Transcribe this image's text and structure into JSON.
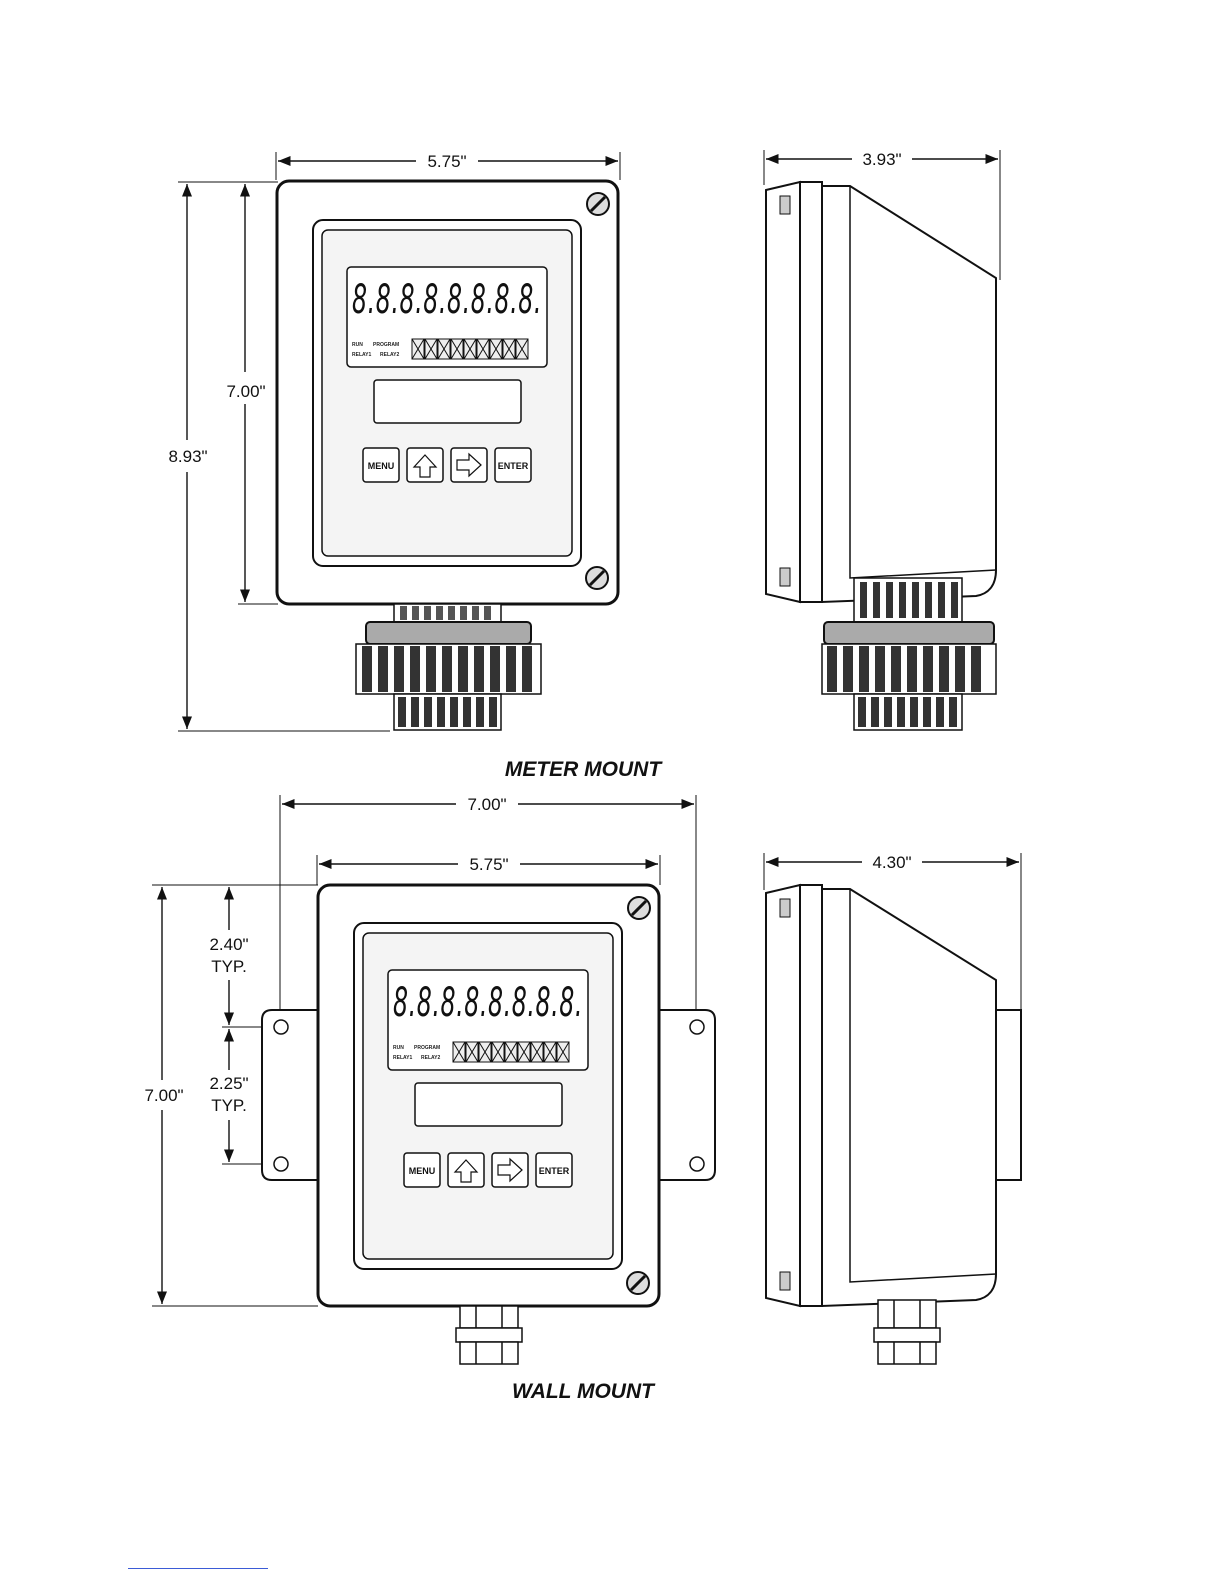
{
  "meter_mount": {
    "caption": "METER MOUNT",
    "front_width": "5.75\"",
    "body_height": "7.00\"",
    "total_height": "8.93\"",
    "side_depth": "3.93\""
  },
  "wall_mount": {
    "caption": "WALL MOUNT",
    "bracket_width": "7.00\"",
    "front_width": "5.75\"",
    "height": "7.00\"",
    "upper_spacing": "2.40\"",
    "upper_spacing_note": "TYP.",
    "lower_spacing": "2.25\"",
    "lower_spacing_note": "TYP.",
    "side_depth": "4.30\""
  },
  "display": {
    "digits": "8.8.8.8.8.8.8.8.",
    "label_run": "RUN",
    "label_program": "PROGRAM",
    "label_relay1": "RELAY1",
    "label_relay2": "RELAY2",
    "key_menu": "MENU",
    "key_enter": "ENTER"
  }
}
